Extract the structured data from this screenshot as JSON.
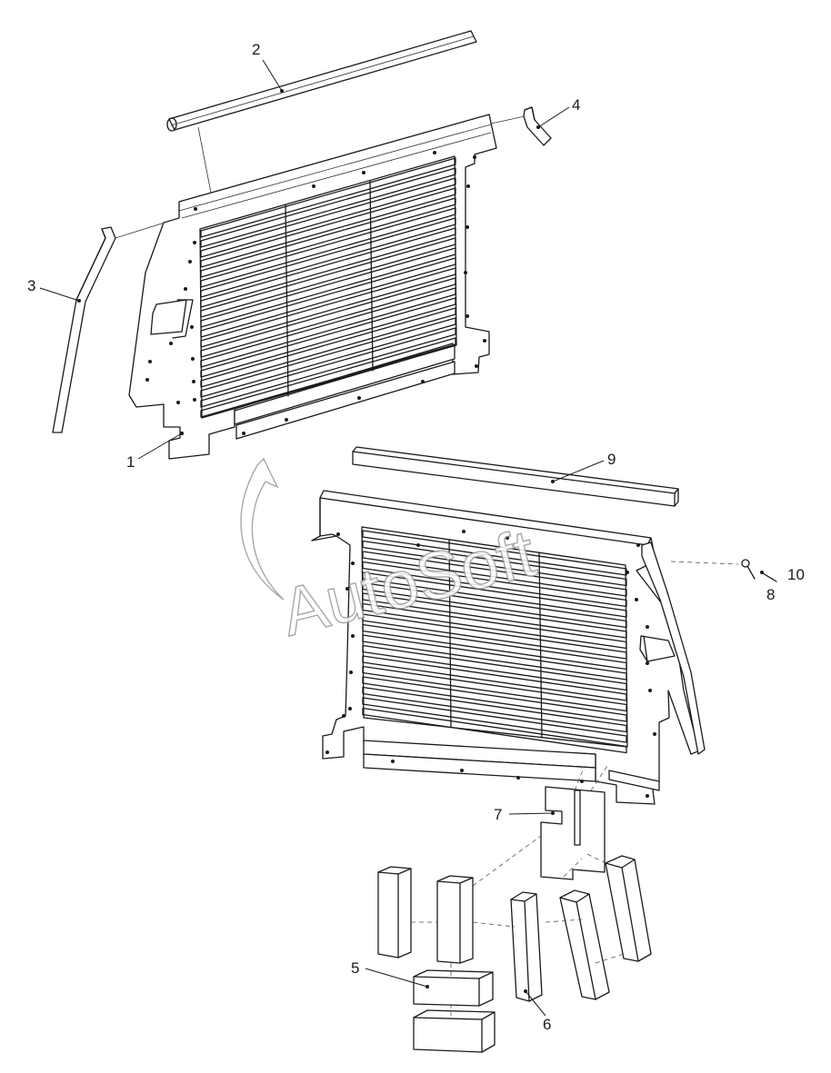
{
  "callouts": [
    {
      "id": "1",
      "label": "1"
    },
    {
      "id": "2",
      "label": "2"
    },
    {
      "id": "3",
      "label": "3"
    },
    {
      "id": "4",
      "label": "4"
    },
    {
      "id": "5",
      "label": "5"
    },
    {
      "id": "6",
      "label": "6"
    },
    {
      "id": "7",
      "label": "7"
    },
    {
      "id": "8",
      "label": "8"
    },
    {
      "id": "9",
      "label": "9"
    },
    {
      "id": "10",
      "label": "10"
    }
  ],
  "watermark": {
    "text": "AutoSoft"
  },
  "colors": {
    "line": "#1a1a1a",
    "watermark": "#9a9a9a",
    "background": "#ffffff"
  }
}
